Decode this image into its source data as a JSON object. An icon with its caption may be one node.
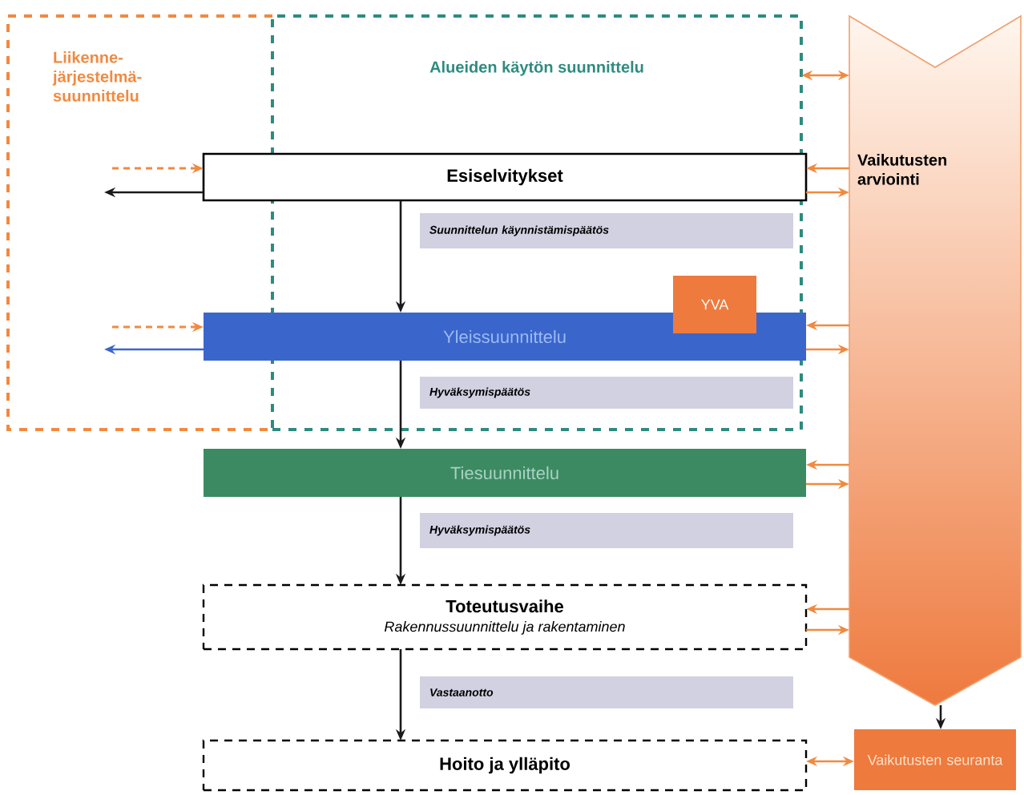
{
  "diagram": {
    "nodes": [
      {
        "text": [
          "Liikenne- järjestelmä- suunnittelu"
        ]
      },
      {
        "text": [
          "Alueiden käytön suunnittelu"
        ]
      },
      {
        "text": [
          "Esiselvitykset"
        ]
      },
      {
        "text": [
          "Suunnittelun käynnistämispäätös"
        ],
        "in": 1
      },
      {
        "text": [
          "Yleissuunnittelu"
        ]
      },
      {
        "text": [
          "YVA"
        ],
        "in": 1
      },
      {
        "text": [
          "Hyväksymispäätös"
        ],
        "in": 1
      },
      {
        "text": [
          "Tiesuunnittelu"
        ]
      },
      {
        "text": [
          "Hyväksymispäätös"
        ]
      },
      {
        "text": [
          "Toteutusvaihe",
          "Rakennussuunnittelu ja rakentaminen"
        ]
      },
      {
        "text": [
          "Vastaanotto"
        ]
      },
      {
        "text": [
          "Hoito ja ylläpito"
        ]
      },
      {
        "text": [
          "Vaikutusten arviointi"
        ]
      },
      {
        "text": [
          "Vaikutusten seuranta"
        ]
      }
    ],
    "edges": [
      {
        "from": 2,
        "to": 4,
        "arrow": "to",
        "color": "#1a1a1a"
      },
      {
        "from": 4,
        "to": 7,
        "arrow": "to",
        "color": "#1a1a1a"
      },
      {
        "from": 7,
        "to": 9,
        "arrow": "to",
        "color": "#1a1a1a"
      },
      {
        "from": 9,
        "to": 11,
        "arrow": "to",
        "color": "#1a1a1a"
      },
      {
        "from": 12,
        "to": 13,
        "arrow": "to",
        "color": "#1a1a1a"
      },
      {
        "from": 0,
        "to": 2,
        "arrow": "to",
        "style": "dashed",
        "color": "#f08a40"
      },
      {
        "from": 2,
        "to": 0,
        "arrow": "to",
        "color": "#1a1a1a"
      },
      {
        "from": 0,
        "to": 4,
        "arrow": "to",
        "style": "dashed",
        "color": "#f08a40"
      },
      {
        "from": 4,
        "to": 0,
        "arrow": "to",
        "color": "#3a66cc"
      },
      {
        "from": 1,
        "to": 12,
        "arrow": "both",
        "color": "#f08a40"
      },
      {
        "from": 12,
        "to": 2,
        "arrow": "to",
        "color": "#f08a40"
      },
      {
        "from": 2,
        "to": 12,
        "arrow": "to",
        "color": "#f08a40"
      },
      {
        "from": 12,
        "to": 4,
        "arrow": "to",
        "color": "#f08a40"
      },
      {
        "from": 4,
        "to": 12,
        "arrow": "to",
        "color": "#f08a40"
      },
      {
        "from": 12,
        "to": 7,
        "arrow": "to",
        "color": "#f08a40"
      },
      {
        "from": 7,
        "to": 12,
        "arrow": "to",
        "color": "#f08a40"
      },
      {
        "from": 12,
        "to": 9,
        "arrow": "to",
        "color": "#f08a40"
      },
      {
        "from": 9,
        "to": 12,
        "arrow": "to",
        "color": "#f08a40"
      },
      {
        "from": 13,
        "to": 11,
        "arrow": "both",
        "color": "#f08a40"
      }
    ]
  }
}
